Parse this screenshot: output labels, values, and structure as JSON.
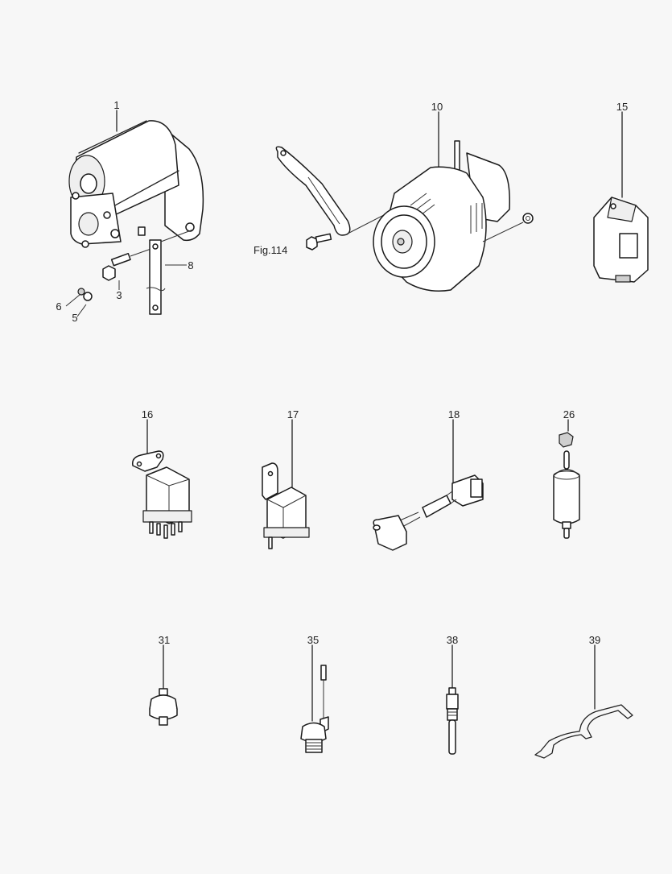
{
  "diagram": {
    "type": "exploded-parts-diagram",
    "background": "#f7f7f7",
    "line_color": "#1a1a1a",
    "callouts": [
      {
        "id": "1",
        "label": "1",
        "part": "starter-motor"
      },
      {
        "id": "3",
        "label": "3",
        "part": "bolt"
      },
      {
        "id": "5",
        "label": "5",
        "part": "nut"
      },
      {
        "id": "6",
        "label": "6",
        "part": "washer"
      },
      {
        "id": "8",
        "label": "8",
        "part": "ground-strap"
      },
      {
        "id": "10",
        "label": "10",
        "part": "alternator"
      },
      {
        "id": "15",
        "label": "15",
        "part": "control-unit"
      },
      {
        "id": "16",
        "label": "16",
        "part": "relay"
      },
      {
        "id": "17",
        "label": "17",
        "part": "relay"
      },
      {
        "id": "18",
        "label": "18",
        "part": "wire-harness-adapter"
      },
      {
        "id": "26",
        "label": "26",
        "part": "fuse"
      },
      {
        "id": "31",
        "label": "31",
        "part": "pressure-switch"
      },
      {
        "id": "35",
        "label": "35",
        "part": "temperature-sender"
      },
      {
        "id": "38",
        "label": "38",
        "part": "glow-plug"
      },
      {
        "id": "39",
        "label": "39",
        "part": "glow-plug-connector-bar"
      }
    ],
    "reference": {
      "label": "Fig.114",
      "part": "alternator-bracket-and-bolt"
    }
  }
}
